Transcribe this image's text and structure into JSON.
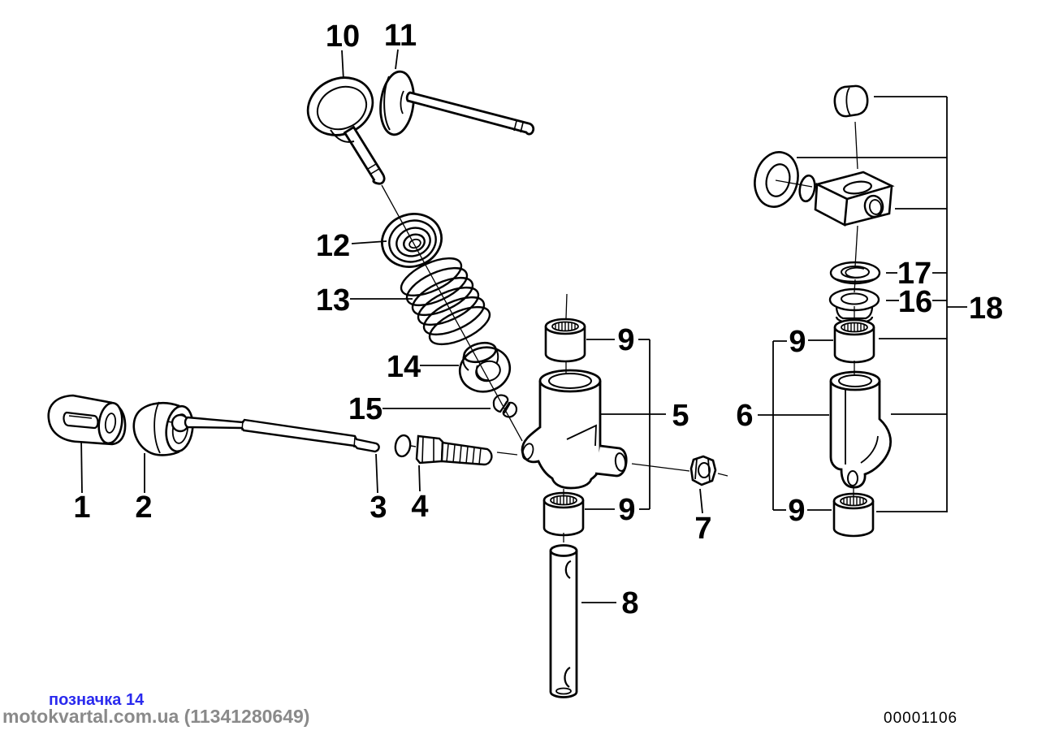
{
  "part_labels": {
    "p1": "1",
    "p2": "2",
    "p3": "3",
    "p4": "4",
    "p5": "5",
    "p6": "6",
    "p7": "7",
    "p8": "8",
    "p9": "9",
    "p10": "10",
    "p11": "11",
    "p12": "12",
    "p13": "13",
    "p14": "14",
    "p15": "15",
    "p16": "16",
    "p17": "17",
    "p18": "18"
  },
  "footer": {
    "watermark_link": "позначка 14",
    "watermark_source": "motokvartal.com.ua (11341280649)",
    "sheet_number": "00001106"
  },
  "colors": {
    "line": "#000000",
    "background": "#ffffff",
    "watermark_link": "#2a2aee",
    "watermark_source": "#8a8a8a"
  }
}
